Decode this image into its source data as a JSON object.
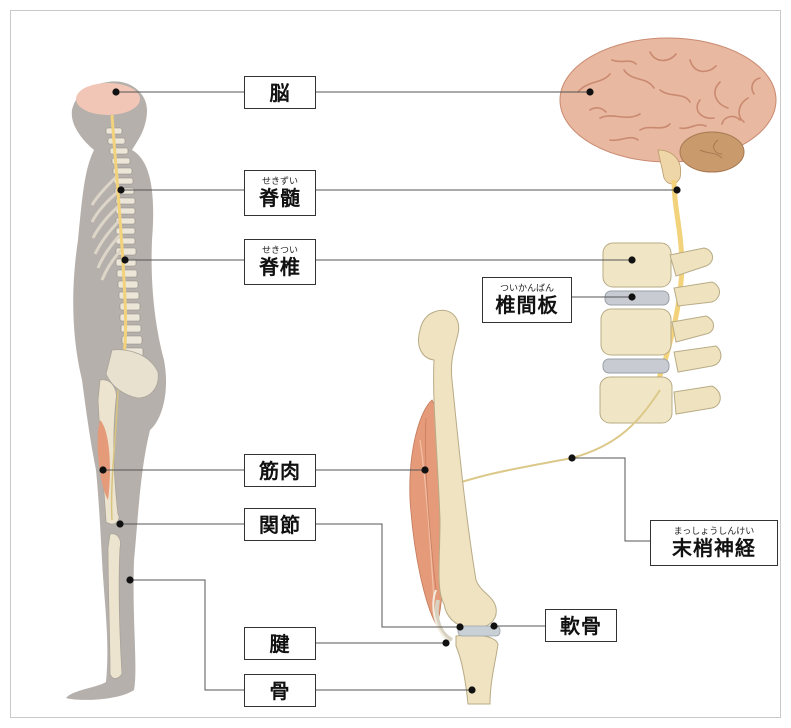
{
  "labels": {
    "brain": {
      "text": "脳",
      "ruby": ""
    },
    "spinal_cord": {
      "text": "脊髄",
      "ruby": "せきずい"
    },
    "spine": {
      "text": "脊椎",
      "ruby": "せきつい"
    },
    "disc": {
      "text": "椎間板",
      "ruby": "ついかんばん"
    },
    "muscle": {
      "text": "筋肉",
      "ruby": ""
    },
    "joint": {
      "text": "関節",
      "ruby": ""
    },
    "peripheral_nerve": {
      "text": "末梢神経",
      "ruby": "まっしょうしんけい"
    },
    "cartilage": {
      "text": "軟骨",
      "ruby": ""
    },
    "tendon": {
      "text": "腱",
      "ruby": ""
    },
    "bone": {
      "text": "骨",
      "ruby": ""
    }
  },
  "colors": {
    "silhouette": "#b5b0ab",
    "bone": "#efe3c1",
    "nerve": "#f2d27a",
    "muscle": "#e59a7a",
    "brain": "#e9b8a0",
    "cerebellum": "#c99a6c",
    "disc": "#c8ccd2",
    "leader_line": "#555555",
    "label_border": "#333333"
  }
}
